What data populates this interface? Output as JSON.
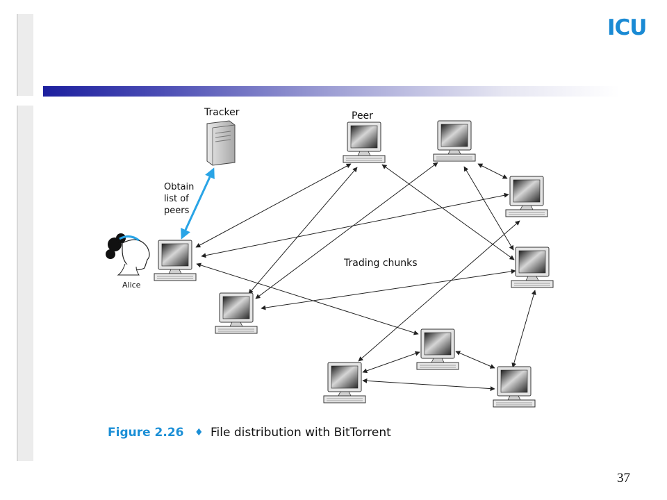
{
  "slide": {
    "logo_text": "ICU",
    "page_number": "37"
  },
  "diagram": {
    "labels": {
      "tracker": "Tracker",
      "peer": "Peer",
      "obtain_line1": "Obtain",
      "obtain_line2": "list of",
      "obtain_line3": "peers",
      "alice": "Alice",
      "trading": "Trading chunks"
    },
    "caption": {
      "figure": "Figure 2.26",
      "separator": "♦",
      "text": "File distribution with BitTorrent"
    }
  },
  "colors": {
    "caption_blue": "#1b8fd6",
    "tracker_arrow": "#29a4e6",
    "logo_blue": "#1a8ad4",
    "rule_start": "#1c1f9e"
  },
  "icons": [
    "server-icon",
    "computer-icon",
    "person-icon",
    "logo-icon"
  ]
}
